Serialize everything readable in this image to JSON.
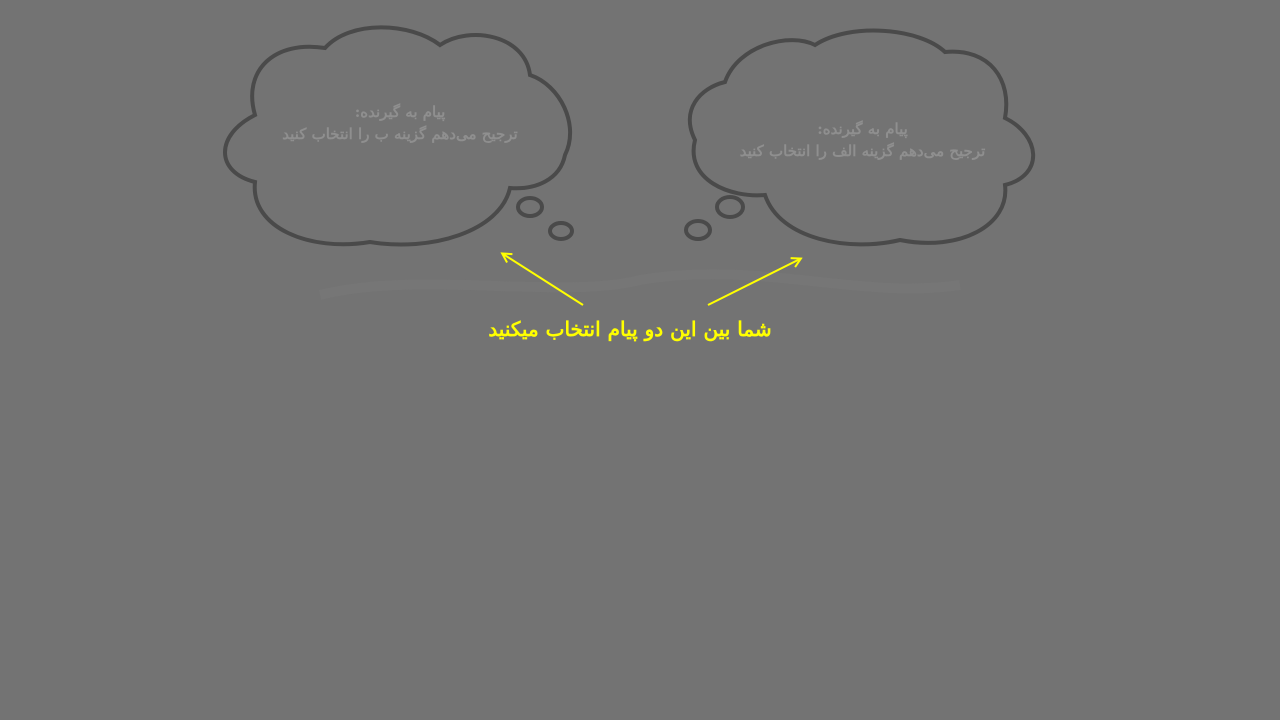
{
  "bubble_left": {
    "line1": "پیام به گیرنده:",
    "line2": "ترجیح می‌دهم گزینه ب را انتخاب کنید"
  },
  "bubble_right": {
    "line1": "پیام به گیرنده:",
    "line2": "ترجیح می‌دهم گزینه الف را انتخاب کنید"
  },
  "caption": "شما بین این دو پیام انتخاب میکنید",
  "colors": {
    "background": "#737373",
    "bubble_outline": "#4a4a4a",
    "bubble_text": "#8f8f8f",
    "caption": "#ffff00",
    "arrow": "#ffff00"
  },
  "icons": [
    "thought-bubble-icon",
    "arrow-icon"
  ]
}
